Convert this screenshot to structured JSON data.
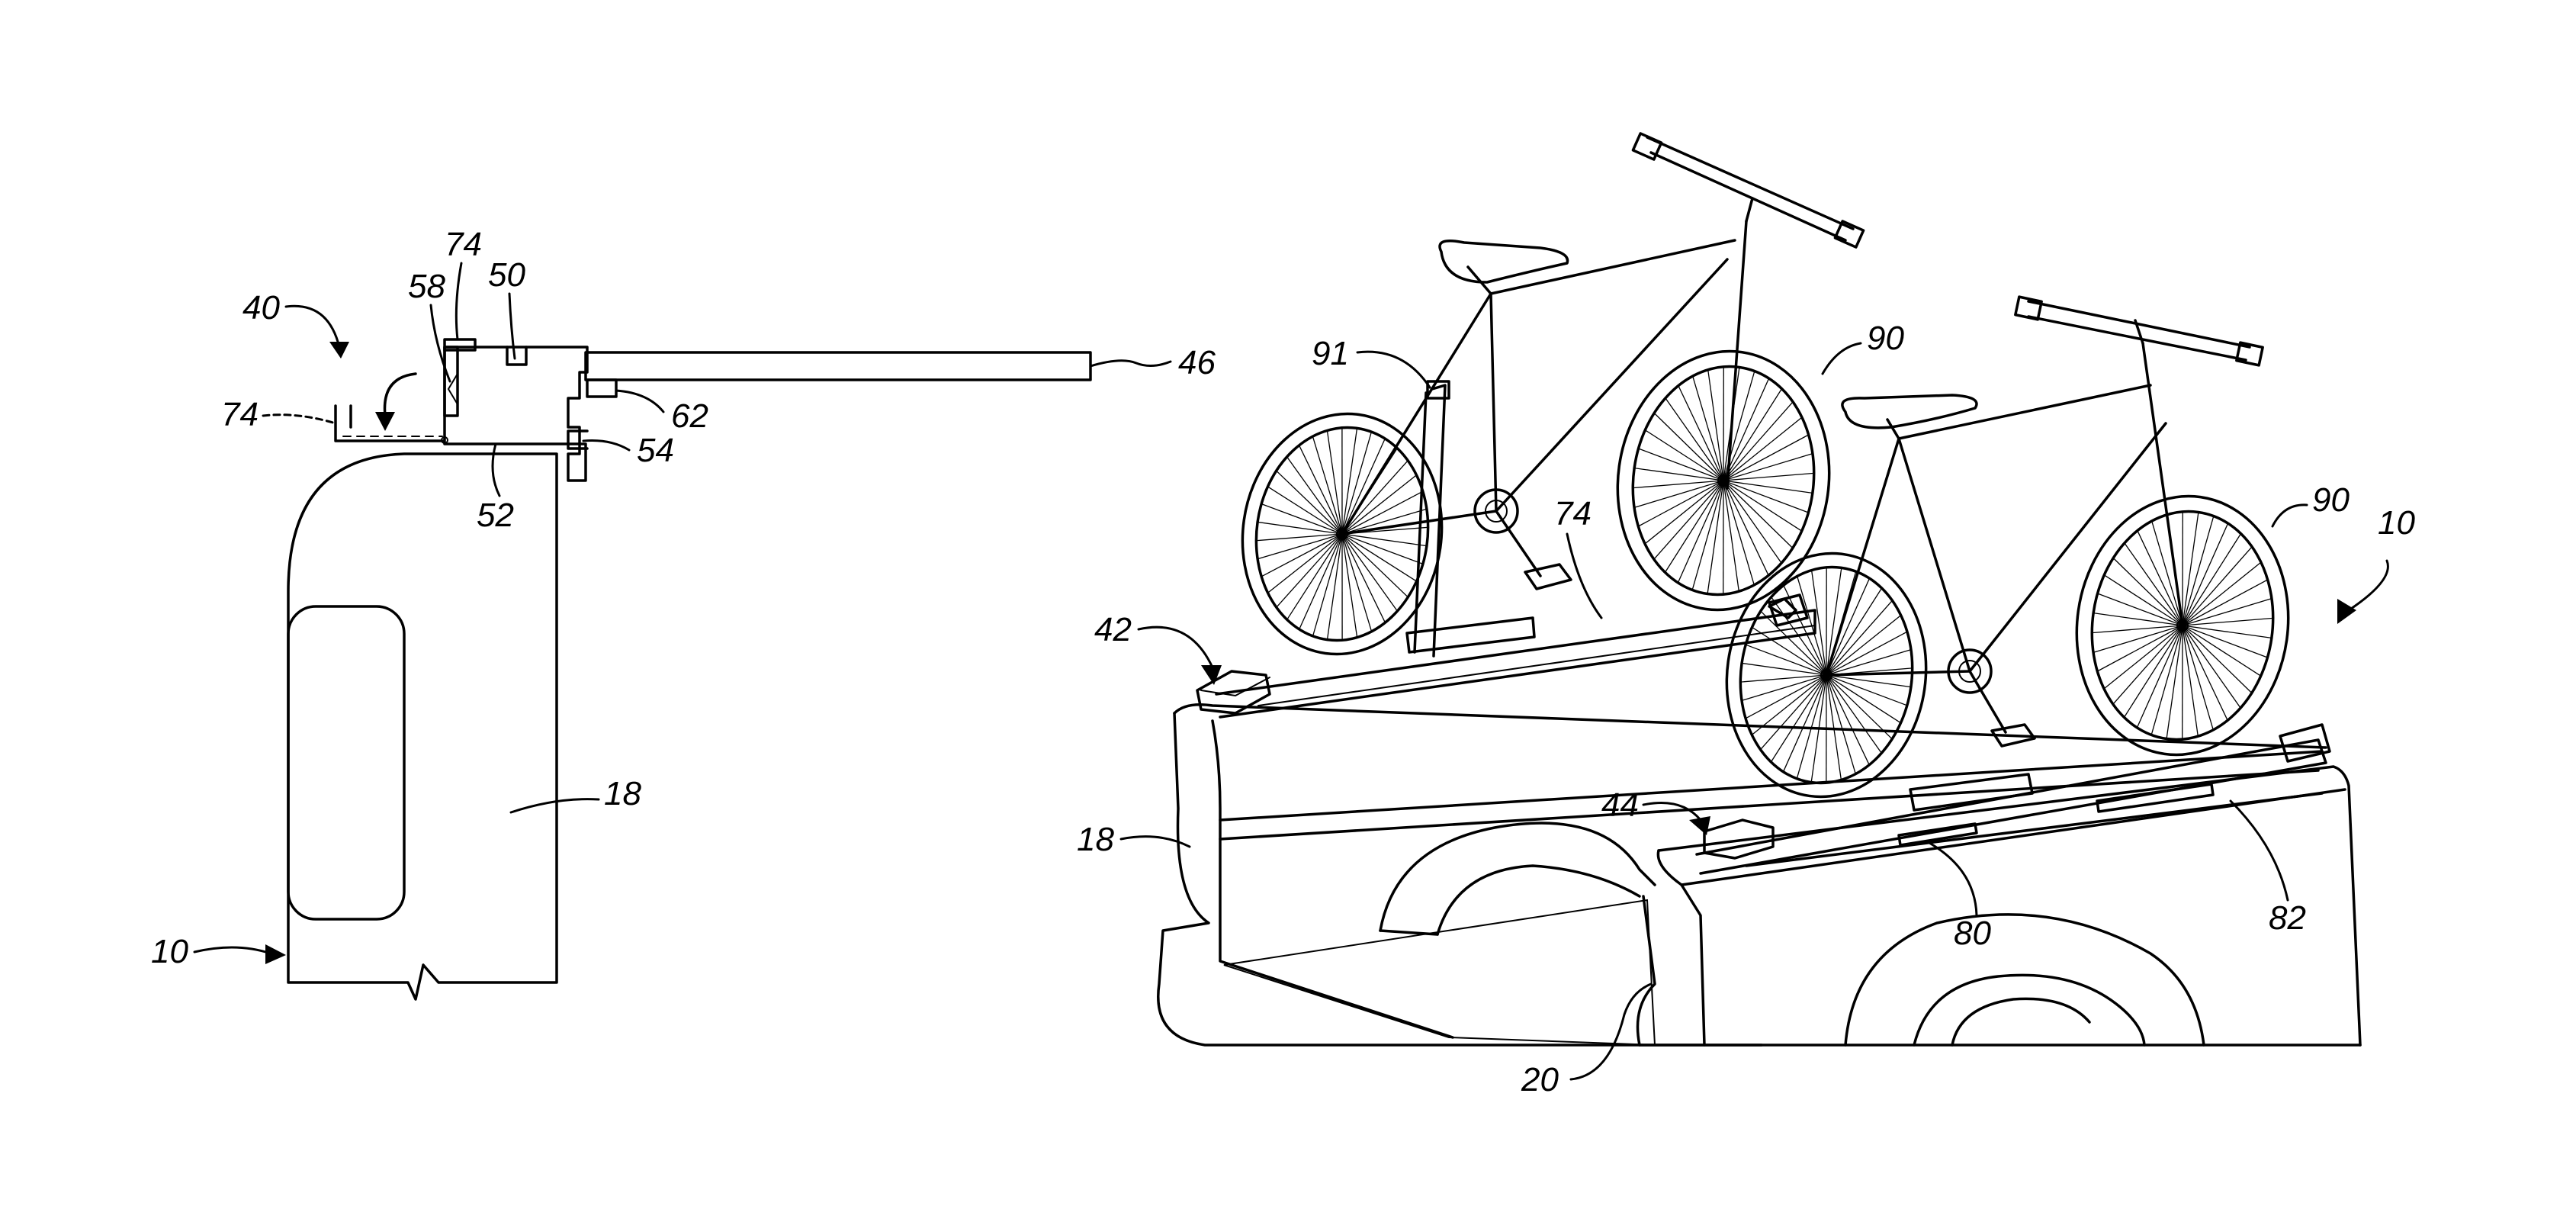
{
  "figure_left": {
    "labels": {
      "ref_40": "40",
      "ref_74_top": "74",
      "ref_58": "58",
      "ref_50": "50",
      "ref_46": "46",
      "ref_74_left": "74",
      "ref_62": "62",
      "ref_54": "54",
      "ref_52": "52",
      "ref_18": "18",
      "ref_10": "10"
    }
  },
  "figure_right": {
    "labels": {
      "ref_91": "91",
      "ref_90_left": "90",
      "ref_90_right": "90",
      "ref_10": "10",
      "ref_74": "74",
      "ref_42": "42",
      "ref_44": "44",
      "ref_18": "18",
      "ref_80": "80",
      "ref_82": "82",
      "ref_20": "20"
    }
  }
}
